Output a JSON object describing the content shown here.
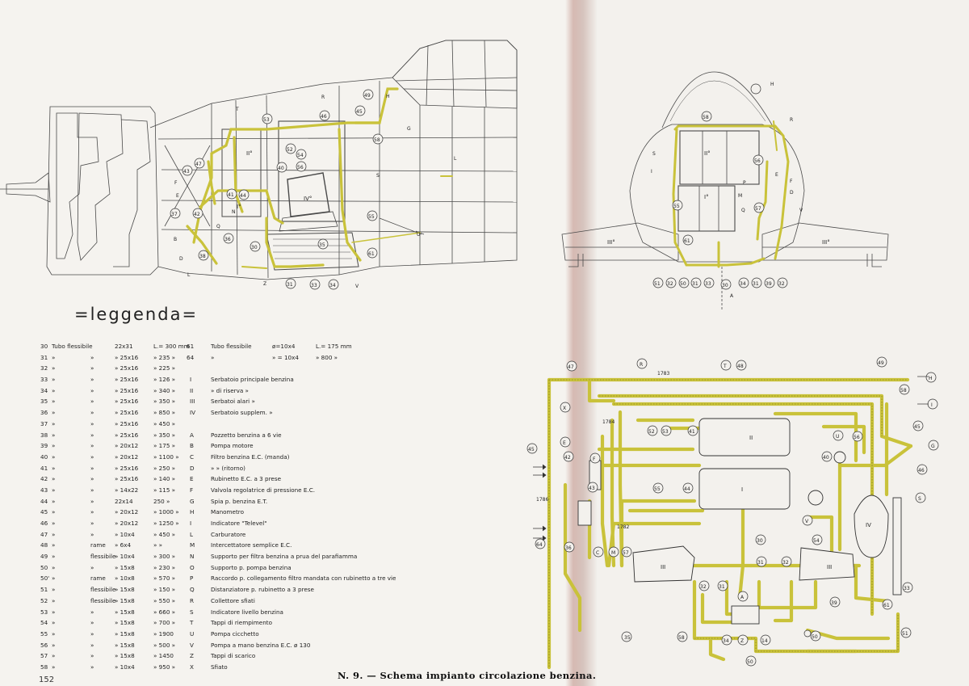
{
  "legend": {
    "title": "=leggenda=",
    "rows": [
      {
        "num": "30",
        "tipo": "Tubo flessibile",
        "dim": "22x31",
        "len": "L.= 300 mm"
      },
      {
        "num": "31",
        "tipo": "»",
        "mat": "»",
        "dim": "» 25x16",
        "len": "» 235 »"
      },
      {
        "num": "32",
        "tipo": "»",
        "mat": "»",
        "dim": "» 25x16",
        "len": "» 225 »"
      },
      {
        "num": "33",
        "tipo": "»",
        "mat": "»",
        "dim": "» 25x16",
        "len": "» 126 »"
      },
      {
        "num": "34",
        "tipo": "»",
        "mat": "»",
        "dim": "» 25x16",
        "len": "» 340 »"
      },
      {
        "num": "35",
        "tipo": "»",
        "mat": "»",
        "dim": "» 25x16",
        "len": "» 350 »"
      },
      {
        "num": "36",
        "tipo": "»",
        "mat": "»",
        "dim": "» 25x16",
        "len": "» 850 »"
      },
      {
        "num": "37",
        "tipo": "»",
        "mat": "»",
        "dim": "» 25x16",
        "len": "» 450 »"
      },
      {
        "num": "38",
        "tipo": "»",
        "mat": "»",
        "dim": "» 25x16",
        "len": "» 350 »"
      },
      {
        "num": "39",
        "tipo": "»",
        "mat": "»",
        "dim": "» 20x12",
        "len": "» 175 »"
      },
      {
        "num": "40",
        "tipo": "»",
        "mat": "»",
        "dim": "» 20x12",
        "len": "» 1100 »"
      },
      {
        "num": "41",
        "tipo": "»",
        "mat": "»",
        "dim": "» 25x16",
        "len": "» 250 »"
      },
      {
        "num": "42",
        "tipo": "»",
        "mat": "»",
        "dim": "» 25x16",
        "len": "» 140 »"
      },
      {
        "num": "43",
        "tipo": "»",
        "mat": "»",
        "dim": "» 14x22",
        "len": "» 115 »"
      },
      {
        "num": "44",
        "tipo": "»",
        "mat": "»",
        "dim": "22x14",
        "len": "250 »"
      },
      {
        "num": "45",
        "tipo": "»",
        "mat": "»",
        "dim": "» 20x12",
        "len": "» 1000 »"
      },
      {
        "num": "46",
        "tipo": "»",
        "mat": "»",
        "dim": "» 20x12",
        "len": "» 1250 »"
      },
      {
        "num": "47",
        "tipo": "»",
        "mat": "»",
        "dim": "» 10x4",
        "len": "» 450 »"
      },
      {
        "num": "48",
        "tipo": "»",
        "mat": "rame",
        "dim": "» 6x4",
        "len": "» »"
      },
      {
        "num": "49",
        "tipo": "»",
        "mat": "flessibile",
        "dim": "» 10x4",
        "len": "» 300 »"
      },
      {
        "num": "50",
        "tipo": "»",
        "mat": "»",
        "dim": "» 15x8",
        "len": "» 230 »"
      },
      {
        "num": "50'",
        "tipo": "»",
        "mat": "rame",
        "dim": "» 10x8",
        "len": "» 570 »"
      },
      {
        "num": "51",
        "tipo": "»",
        "mat": "flessibile",
        "dim": "» 15x8",
        "len": "» 150 »"
      },
      {
        "num": "52",
        "tipo": "»",
        "mat": "flessibile",
        "dim": "» 15x8",
        "len": "» 550 »"
      },
      {
        "num": "53",
        "tipo": "»",
        "mat": "»",
        "dim": "» 15x8",
        "len": "» 660 »"
      },
      {
        "num": "54",
        "tipo": "»",
        "mat": "»",
        "dim": "» 15x8",
        "len": "» 700 »"
      },
      {
        "num": "55",
        "tipo": "»",
        "mat": "»",
        "dim": "» 15x8",
        "len": "» 1900"
      },
      {
        "num": "56",
        "tipo": "»",
        "mat": "»",
        "dim": "» 15x8",
        "len": "» 500 »"
      },
      {
        "num": "57",
        "tipo": "»",
        "mat": "»",
        "dim": "» 15x8",
        "len": "» 1450"
      },
      {
        "num": "58",
        "tipo": "»",
        "mat": "»",
        "dim": "» 10x4",
        "len": "» 950 »"
      }
    ],
    "rows2": [
      {
        "num": "61",
        "tipo": "Tubo flessibile",
        "dim": "ø=10x4",
        "len": "L.= 175 mm"
      },
      {
        "num": "64",
        "tipo": "»",
        "dim": "» = 10x4",
        "len": "» 800 »"
      },
      {
        "code": "",
        "desc": ""
      },
      {
        "code": "I",
        "desc": "Serbatoio principale benzina"
      },
      {
        "code": "II",
        "desc": "» di riserva »"
      },
      {
        "code": "III",
        "desc": "Serbatoi alari »"
      },
      {
        "code": "IV",
        "desc": "Serbatoio supplem. »"
      },
      {
        "code": "",
        "desc": ""
      },
      {
        "code": "A",
        "desc": "Pozzetto benzina a 6 vie"
      },
      {
        "code": "B",
        "desc": "Pompa motore"
      },
      {
        "code": "C",
        "desc": "Filtro benzina E.C. (manda)"
      },
      {
        "code": "D",
        "desc": "» » (ritorno)"
      },
      {
        "code": "E",
        "desc": "Rubinetto E.C. a 3 prese"
      },
      {
        "code": "F",
        "desc": "Valvola regolatrice di pressione E.C."
      },
      {
        "code": "G",
        "desc": "Spia p. benzina E.T."
      },
      {
        "code": "H",
        "desc": "Manometro"
      },
      {
        "code": "I",
        "desc": "Indicatore \"Televel\""
      },
      {
        "code": "L",
        "desc": "Carburatore"
      },
      {
        "code": "M",
        "desc": "Intercettatore semplice E.C."
      },
      {
        "code": "N",
        "desc": "Supporto per filtra benzina a prua del parafiamma"
      },
      {
        "code": "O",
        "desc": "Supporto p. pompa benzina"
      },
      {
        "code": "P",
        "desc": "Raccordo p. collegamento filtro mandata con rubinetto a tre vie"
      },
      {
        "code": "Q",
        "desc": "Distanziatore p. rubinetto a 3 prese"
      },
      {
        "code": "R",
        "desc": "Collettore sfiati"
      },
      {
        "code": "S",
        "desc": "Indicatore livello benzina"
      },
      {
        "code": "T",
        "desc": "Tappi di riempimento"
      },
      {
        "code": "U",
        "desc": "Pompa cicchetto"
      },
      {
        "code": "V",
        "desc": "Pompa a mano benzina E.C. ø 130"
      },
      {
        "code": "Z",
        "desc": "Tappi di scarico"
      },
      {
        "code": "X",
        "desc": "Sfiato"
      }
    ]
  },
  "caption": "N. 9. — Schema impianto circolazione benzina.",
  "page_number": "152",
  "colors": {
    "pipe": "#c9c23a",
    "pipe_dark": "#7a7320",
    "ink": "#3b3b3b",
    "gutter": "#c89a90"
  },
  "schematic_labels": {
    "tank_I": "I",
    "tank_II": "II",
    "tank_III_l": "III",
    "tank_III_r": "III",
    "tank_IV": "IV",
    "dim_1783": "1783",
    "dim_1784": "1784",
    "dim_1786": "1786",
    "dim_1782": "1782"
  },
  "side_labels": {
    "tank_IV": "IV°",
    "tank_II": "II°",
    "tank_I": "I°"
  },
  "front_labels": {
    "tank_II": "II°",
    "tank_I": "I°",
    "wing_III_l": "III°",
    "wing_III_r": "III°"
  }
}
